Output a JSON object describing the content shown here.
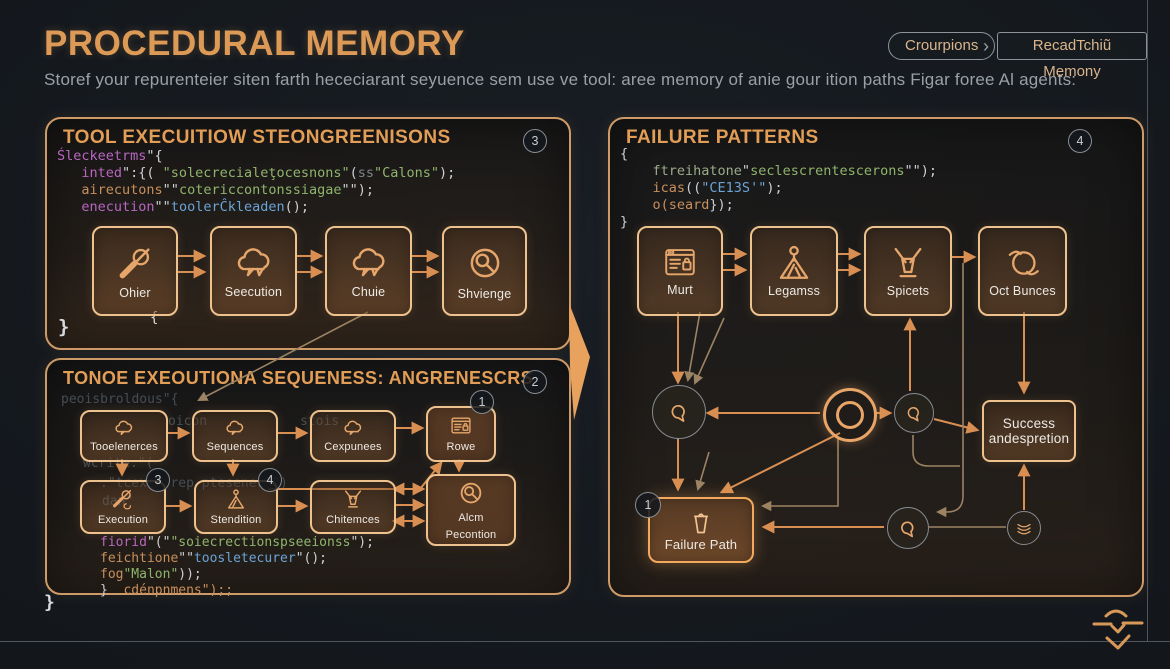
{
  "header": {
    "title": "PROCEDURAL MEMORY",
    "subtitle": "Storef your repurenteier siten farth hececiarant seyuence sem use ve tool: aree memory of anie gour ition paths Figar foree Al agents:",
    "chip1": "Crourpions",
    "chip_divider": "›",
    "chip2": "RecadTchiũ Memony"
  },
  "p1": {
    "title": "TOOL EXECUITIOW STEONGREENISONS",
    "badge": "3",
    "code": [
      [
        {
          "t": "Śleckeetrms",
          "c": "purple"
        },
        {
          "t": "\"{",
          "c": "white"
        }
      ],
      [
        {
          "t": "   inted",
          "c": "purple"
        },
        {
          "t": "\":{( ",
          "c": "white"
        },
        {
          "t": "\"solecrecialeţocesnons\"",
          "c": "green"
        },
        {
          "t": "(",
          "c": "white"
        },
        {
          "t": "ss",
          "c": "gray"
        },
        {
          "t": "\"Calons\"",
          "c": "green"
        },
        {
          "t": ");",
          "c": "white"
        }
      ],
      [
        {
          "t": "   airecutons",
          "c": "tan"
        },
        {
          "t": "\"\"",
          "c": "white"
        },
        {
          "t": "cotericcontonssiagae",
          "c": "green"
        },
        {
          "t": "\"\");",
          "c": "white"
        }
      ],
      [
        {
          "t": "   enecution",
          "c": "purple"
        },
        {
          "t": "\"\"",
          "c": "white"
        },
        {
          "t": "toolerĈkleaden",
          "c": "blue"
        },
        {
          "t": "();",
          "c": "white"
        }
      ]
    ],
    "brace_inner": "{",
    "brace_close": "}",
    "boxes": [
      {
        "label": "Ohier"
      },
      {
        "label": "Seecution"
      },
      {
        "label": "Chuie"
      },
      {
        "label": "Shvienge"
      }
    ]
  },
  "p2": {
    "title": "TONOE EXEOUTIONA SEQUENESS: ANGRENESCRS",
    "badge": "2",
    "faint": [
      "peoisbroldous\"{",
      "oicon",
      "stois",
      "wcrite.\"(",
      ":\"tcexer:rep ptesener\"\")",
      "dan\""
    ],
    "row1": [
      {
        "label": "Tooelenerces"
      },
      {
        "label": "Sequences"
      },
      {
        "label": "Cexpunees"
      },
      {
        "label": "Rowe",
        "badge": "1"
      }
    ],
    "row2": [
      {
        "label": "Execution",
        "badge": "3"
      },
      {
        "label": "Stendition",
        "badge": "4"
      },
      {
        "label": "Chitemces"
      },
      {
        "label": "Alcm",
        "label2": "Pecontion"
      }
    ],
    "code": [
      [
        {
          "t": "fiorid",
          "c": "purple"
        },
        {
          "t": "\"(\"",
          "c": "white"
        },
        {
          "t": "\"soiecrectionspseeionss",
          "c": "green"
        },
        {
          "t": "\");",
          "c": "white"
        }
      ],
      [
        {
          "t": "feichtione",
          "c": "tan"
        },
        {
          "t": "\"\"",
          "c": "white"
        },
        {
          "t": "toosletecurer",
          "c": "blue"
        },
        {
          "t": "\"();",
          "c": "white"
        }
      ],
      [
        {
          "t": "fog",
          "c": "tan"
        },
        {
          "t": "\"Malon\"",
          "c": "green"
        },
        {
          "t": "));",
          "c": "white"
        }
      ],
      [
        {
          "t": "}  ",
          "c": "white"
        },
        {
          "t": "cdénpnmens\");;",
          "c": "tan"
        }
      ]
    ],
    "brace_close": "}"
  },
  "p3": {
    "title": "FAILURE PATTERNS",
    "badge": "4",
    "code": [
      [
        {
          "t": "{",
          "c": "white"
        }
      ],
      [
        {
          "t": "    ftreihatone",
          "c": "sage"
        },
        {
          "t": "\"",
          "c": "white"
        },
        {
          "t": "seclescrentescerons",
          "c": "green"
        },
        {
          "t": "\"\");",
          "c": "white"
        }
      ],
      [
        {
          "t": "    icas",
          "c": "tan"
        },
        {
          "t": "((",
          "c": "white"
        },
        {
          "t": "\"CE13S'\"",
          "c": "blue"
        },
        {
          "t": ");",
          "c": "white"
        }
      ],
      [
        {
          "t": "    o(seard",
          "c": "tan"
        },
        {
          "t": "});",
          "c": "white"
        }
      ],
      [
        {
          "t": "}",
          "c": "white"
        }
      ]
    ],
    "row1": [
      {
        "label": "Murt"
      },
      {
        "label": "Legamss"
      },
      {
        "label": "Spicets"
      },
      {
        "label": "Oct Bunces"
      }
    ],
    "success": {
      "line1": "Success",
      "line2": "andespretion"
    },
    "failure": {
      "label": "Failure Path",
      "badge": "1"
    }
  },
  "colors": {
    "accent": "#dd9a56",
    "panel_border": "#cd9a68",
    "box_border": "#eec28f",
    "arrow": "#d98f52"
  }
}
